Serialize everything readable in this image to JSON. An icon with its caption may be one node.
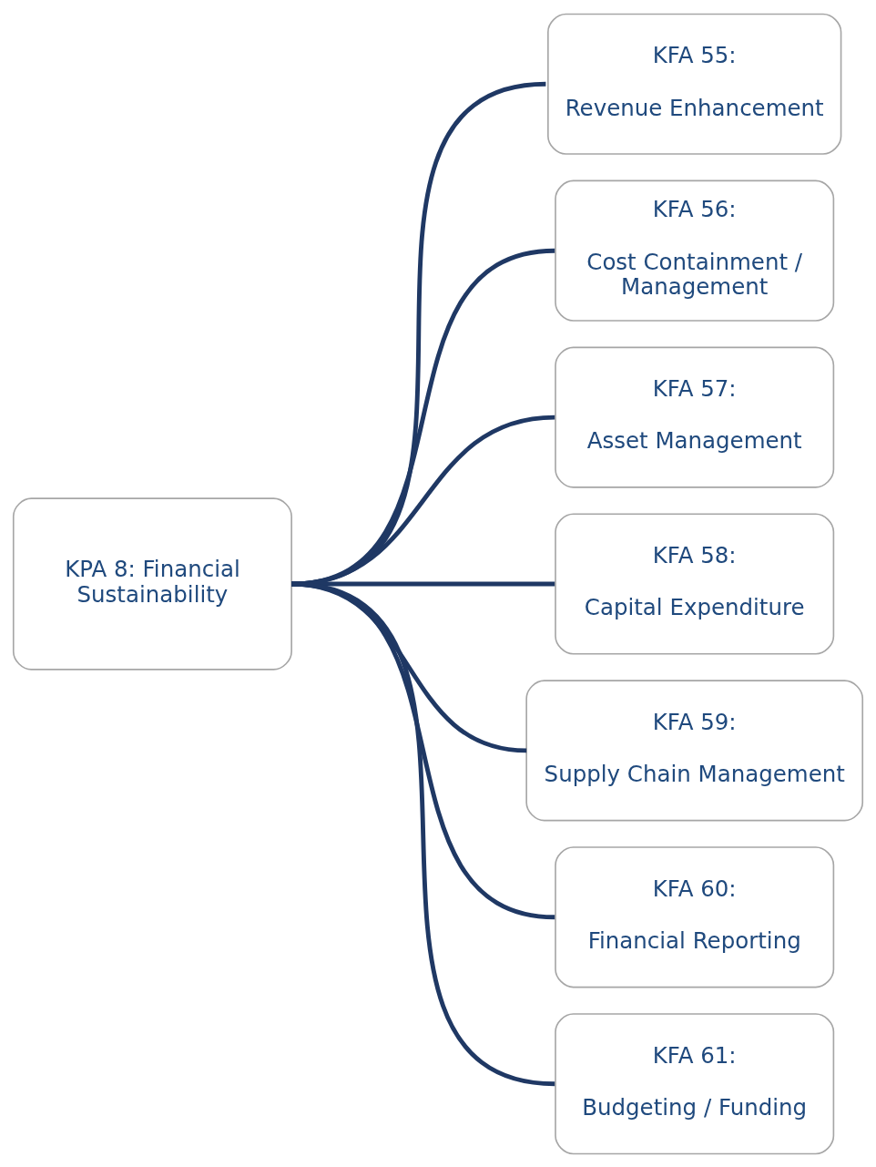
{
  "diagram": {
    "nodes": [
      {
        "text": [
          "KPA 8: Financial Sustainability"
        ]
      },
      {
        "text": [
          "KFA 55:",
          "Revenue Enhancement"
        ]
      },
      {
        "text": [
          "KFA 56:",
          "Cost Containment / Management"
        ]
      },
      {
        "text": [
          "KFA 57:",
          "Asset Management"
        ]
      },
      {
        "text": [
          "KFA 58:",
          "Capital Expenditure"
        ]
      },
      {
        "text": [
          "KFA 59:",
          "Supply Chain Management"
        ]
      },
      {
        "text": [
          "KFA 60:",
          "Financial Reporting"
        ]
      },
      {
        "text": [
          "KFA 61:",
          "Budgeting / Funding"
        ]
      }
    ],
    "edges": [
      {
        "from": 0,
        "to": 1,
        "arrow": "none"
      },
      {
        "from": 0,
        "to": 2,
        "arrow": "none"
      },
      {
        "from": 0,
        "to": 3,
        "arrow": "none"
      },
      {
        "from": 0,
        "to": 4,
        "arrow": "none"
      },
      {
        "from": 0,
        "to": 5,
        "arrow": "none"
      },
      {
        "from": 0,
        "to": 6,
        "arrow": "none"
      },
      {
        "from": 0,
        "to": 7,
        "arrow": "none"
      }
    ]
  }
}
